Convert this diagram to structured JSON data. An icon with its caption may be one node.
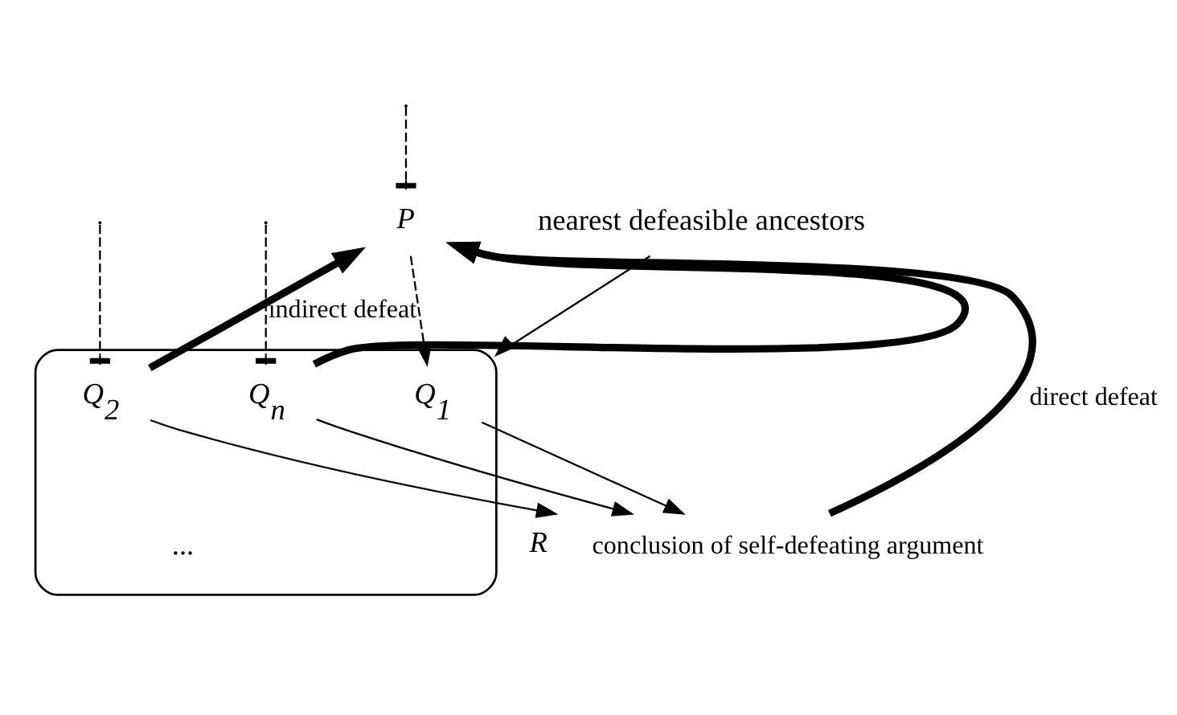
{
  "diagram": {
    "nodes": [
      {
        "text": [
          "P"
        ]
      },
      {
        "text": [],
        "shape": "box"
      },
      {
        "text": [
          "Q$_{1}$"
        ],
        "in": 1
      },
      {
        "text": [
          "Q$_{2}$"
        ],
        "in": 1
      },
      {
        "text": [
          "Q$_{n}$"
        ],
        "in": 1
      },
      {
        "text": [
          "R"
        ],
        "beside": [
          "conclusion of self-defeating argument"
        ]
      },
      {
        "text": [
          "nearest defeasible ancestors"
        ]
      }
    ],
    "edges": [
      {
        "from": null,
        "to": 0,
        "arrow": "other",
        "style": "dashed"
      },
      {
        "from": 0,
        "to": 2,
        "arrow": "to",
        "style": "dashed"
      },
      {
        "from": null,
        "to": 3,
        "arrow": "other",
        "style": "dashed"
      },
      {
        "from": null,
        "to": 4,
        "arrow": "other",
        "style": "dashed"
      },
      {
        "from": 3,
        "to": 0,
        "arrow": "to",
        "style": "thick",
        "label": "indirect defeat"
      },
      {
        "from": 4,
        "to": 0,
        "arrow": "to",
        "style": "thick"
      },
      {
        "from": 5,
        "to": 0,
        "arrow": "to",
        "style": "thick",
        "label": "direct defeat"
      },
      {
        "from": 2,
        "to": 5,
        "arrow": "to"
      },
      {
        "from": 3,
        "to": 5,
        "arrow": "to"
      },
      {
        "from": 4,
        "to": 5,
        "arrow": "to"
      },
      {
        "from": 6,
        "to": 1,
        "arrow": "to"
      }
    ],
    "labels": [
      "..."
    ]
  }
}
